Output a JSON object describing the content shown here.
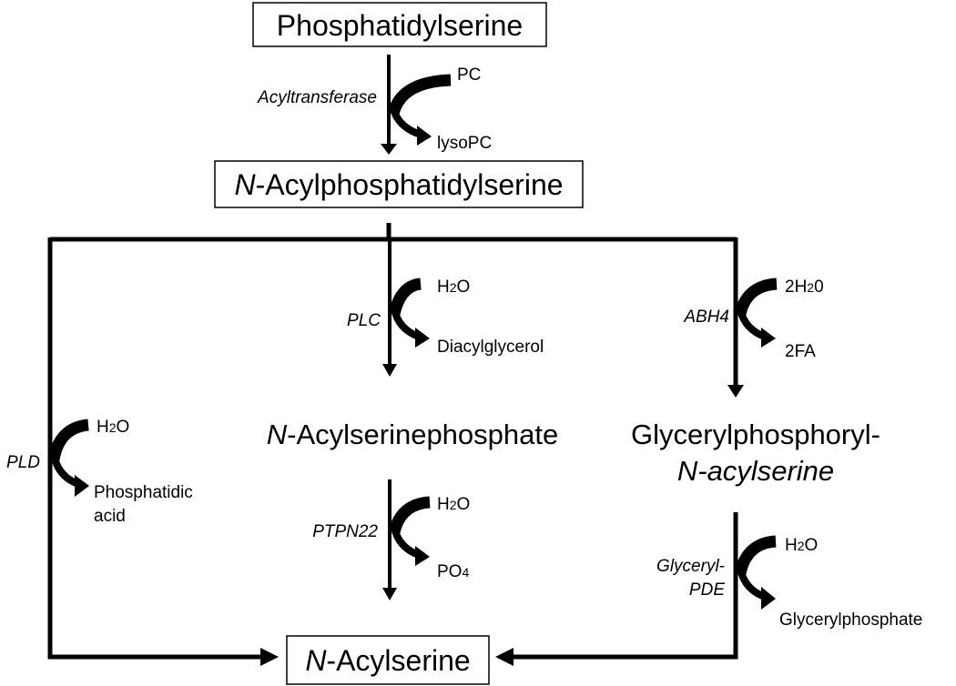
{
  "diagram": {
    "type": "metabolic-pathway",
    "nodes": {
      "phosphatidylserine": {
        "text": "Phosphatidylserine"
      },
      "n_acylphosphatidylserine": {
        "prefix": "N",
        "text": "-Acylphosphatidylserine"
      },
      "n_acylserinephosphate": {
        "prefix": "N",
        "text": "-Acylserinephosphate"
      },
      "glycerylphosphoryl_n_acylserine": {
        "line1": "Glycerylphosphoryl-",
        "line2": "N-acylserine"
      },
      "n_acylserine": {
        "prefix": "N",
        "text": "-Acylserine"
      }
    },
    "reactions": {
      "acyltransferase": {
        "enzyme": "Acyltransferase",
        "from": "Phosphatidylserine",
        "to": "N-Acylphosphatidylserine",
        "input": "PC",
        "output": "lysoPC"
      },
      "plc": {
        "enzyme": "PLC",
        "from": "N-Acylphosphatidylserine",
        "to": "N-Acylserinephosphate",
        "input": {
          "base": "H",
          "sub": "2",
          "tail": "O"
        },
        "output": "Diacylglycerol"
      },
      "abh4": {
        "enzyme": "ABH4",
        "from": "N-Acylphosphatidylserine",
        "to": "Glycerylphosphoryl-N-acylserine",
        "input": {
          "base": "2H",
          "sub": "2",
          "tail": "0"
        },
        "output": "2FA"
      },
      "pld": {
        "enzyme": "PLD",
        "from": "N-Acylphosphatidylserine",
        "to": "N-Acylserine",
        "input": {
          "base": "H",
          "sub": "2",
          "tail": "O"
        },
        "output_line1": "Phosphatidic",
        "output_line2": "acid"
      },
      "ptpn22": {
        "enzyme": "PTPN22",
        "from": "N-Acylserinephosphate",
        "to": "N-Acylserine",
        "input": {
          "base": "H",
          "sub": "2",
          "tail": "O"
        },
        "output": {
          "base": "PO",
          "sub": "4"
        }
      },
      "glyceryl_pde": {
        "enzyme_line1": "Glyceryl-",
        "enzyme_line2": "PDE",
        "from": "Glycerylphosphoryl-N-acylserine",
        "to": "N-Acylserine",
        "input": {
          "base": "H",
          "sub": "2",
          "tail": "O"
        },
        "output": "Glycerylphosphate"
      }
    }
  }
}
